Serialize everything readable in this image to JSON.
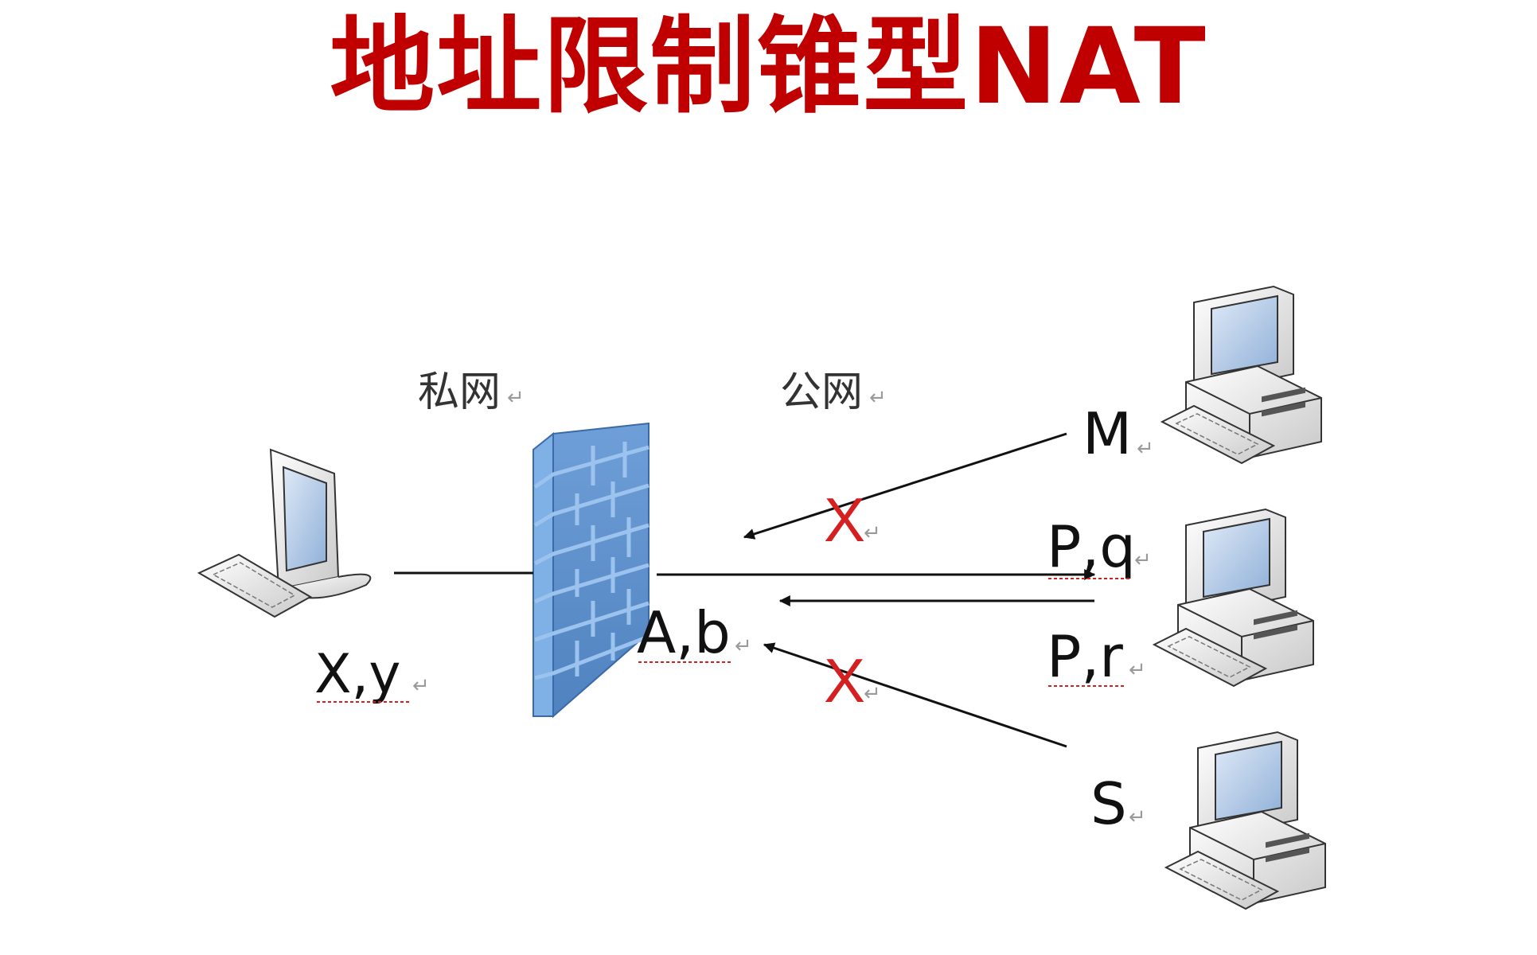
{
  "title": "地址限制锥型NAT",
  "zones": {
    "private": "私网",
    "public": "公网"
  },
  "nodes": {
    "client": "X,y",
    "nat": "A,b",
    "server_m": "M",
    "server_p_q": "P,q",
    "server_p_r": "P,r",
    "server_s": "S"
  },
  "blocked_mark": "X",
  "paragraph_mark": "↵",
  "colors": {
    "title": "#c00000",
    "blocked": "#d42020",
    "firewall": "#5b8fce"
  },
  "icons": [
    "computer-icon",
    "firewall-icon"
  ]
}
